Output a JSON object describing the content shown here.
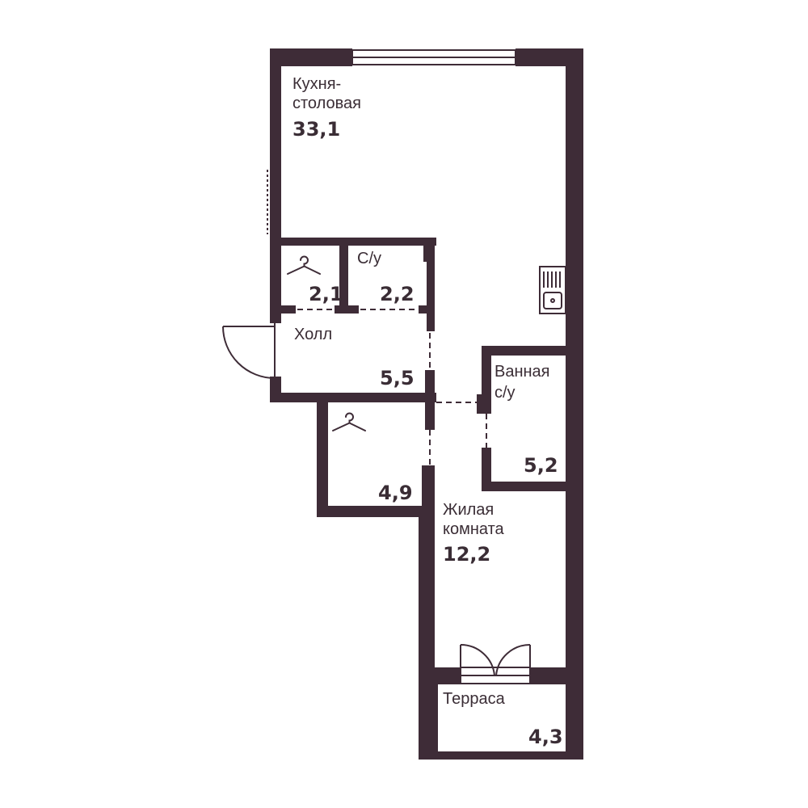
{
  "colors": {
    "wall": "#3e2c37",
    "background": "#ffffff",
    "text": "#3a2d35"
  },
  "rooms": {
    "kitchen": {
      "name_line1": "Кухня-",
      "name_line2": "столовая",
      "area": "33,1"
    },
    "wardrobe_top": {
      "area": "2,1",
      "icon": "hanger-icon"
    },
    "wc": {
      "name": "С/у",
      "area": "2,2"
    },
    "hall": {
      "name": "Холл",
      "area": "5,5"
    },
    "bathroom": {
      "name_line1": "Ванная",
      "name_line2": "с/у",
      "area": "5,2"
    },
    "wardrobe_bottom": {
      "area": "4,9",
      "icon": "hanger-icon"
    },
    "living": {
      "name_line1": "Жилая",
      "name_line2": "комната",
      "area": "12,2"
    },
    "terrace": {
      "name": "Терраса",
      "area": "4,3"
    }
  },
  "fixtures": {
    "sink": "sink-icon",
    "entrance_door": "door-swing-icon",
    "balcony_door": "double-door-icon",
    "window": "window-icon"
  }
}
